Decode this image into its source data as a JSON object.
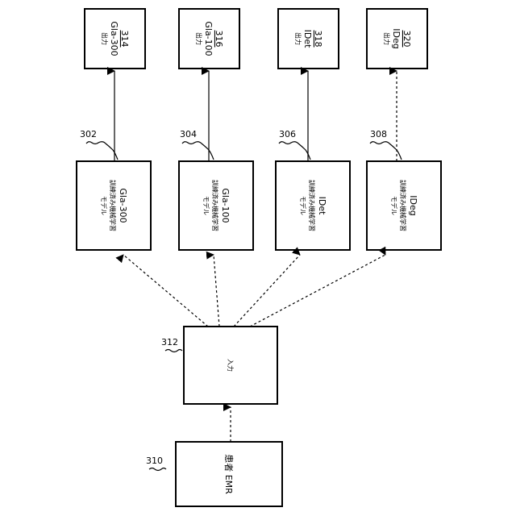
{
  "outputs": [
    {
      "ref": "314",
      "name": "Gla-300",
      "label": "出力"
    },
    {
      "ref": "316",
      "name": "Gla-100",
      "label": "出力"
    },
    {
      "ref": "318",
      "name": "IDet",
      "label": "出力"
    },
    {
      "ref": "320",
      "name": "IDeg",
      "label": "出力"
    }
  ],
  "models": [
    {
      "ref": "302",
      "name": "Gla-300",
      "line1": "訓練済み機械学習",
      "line2": "モデル"
    },
    {
      "ref": "304",
      "name": "Gla-100",
      "line1": "訓練済み機械学習",
      "line2": "モデル"
    },
    {
      "ref": "306",
      "name": "IDet",
      "line1": "訓練済み機械学習",
      "line2": "モデル"
    },
    {
      "ref": "308",
      "name": "IDeg",
      "line1": "訓練済み機械学習",
      "line2": "モデル"
    }
  ],
  "input": {
    "ref": "312",
    "label": "入力"
  },
  "emr": {
    "ref": "310",
    "label": "患者 EMR"
  }
}
